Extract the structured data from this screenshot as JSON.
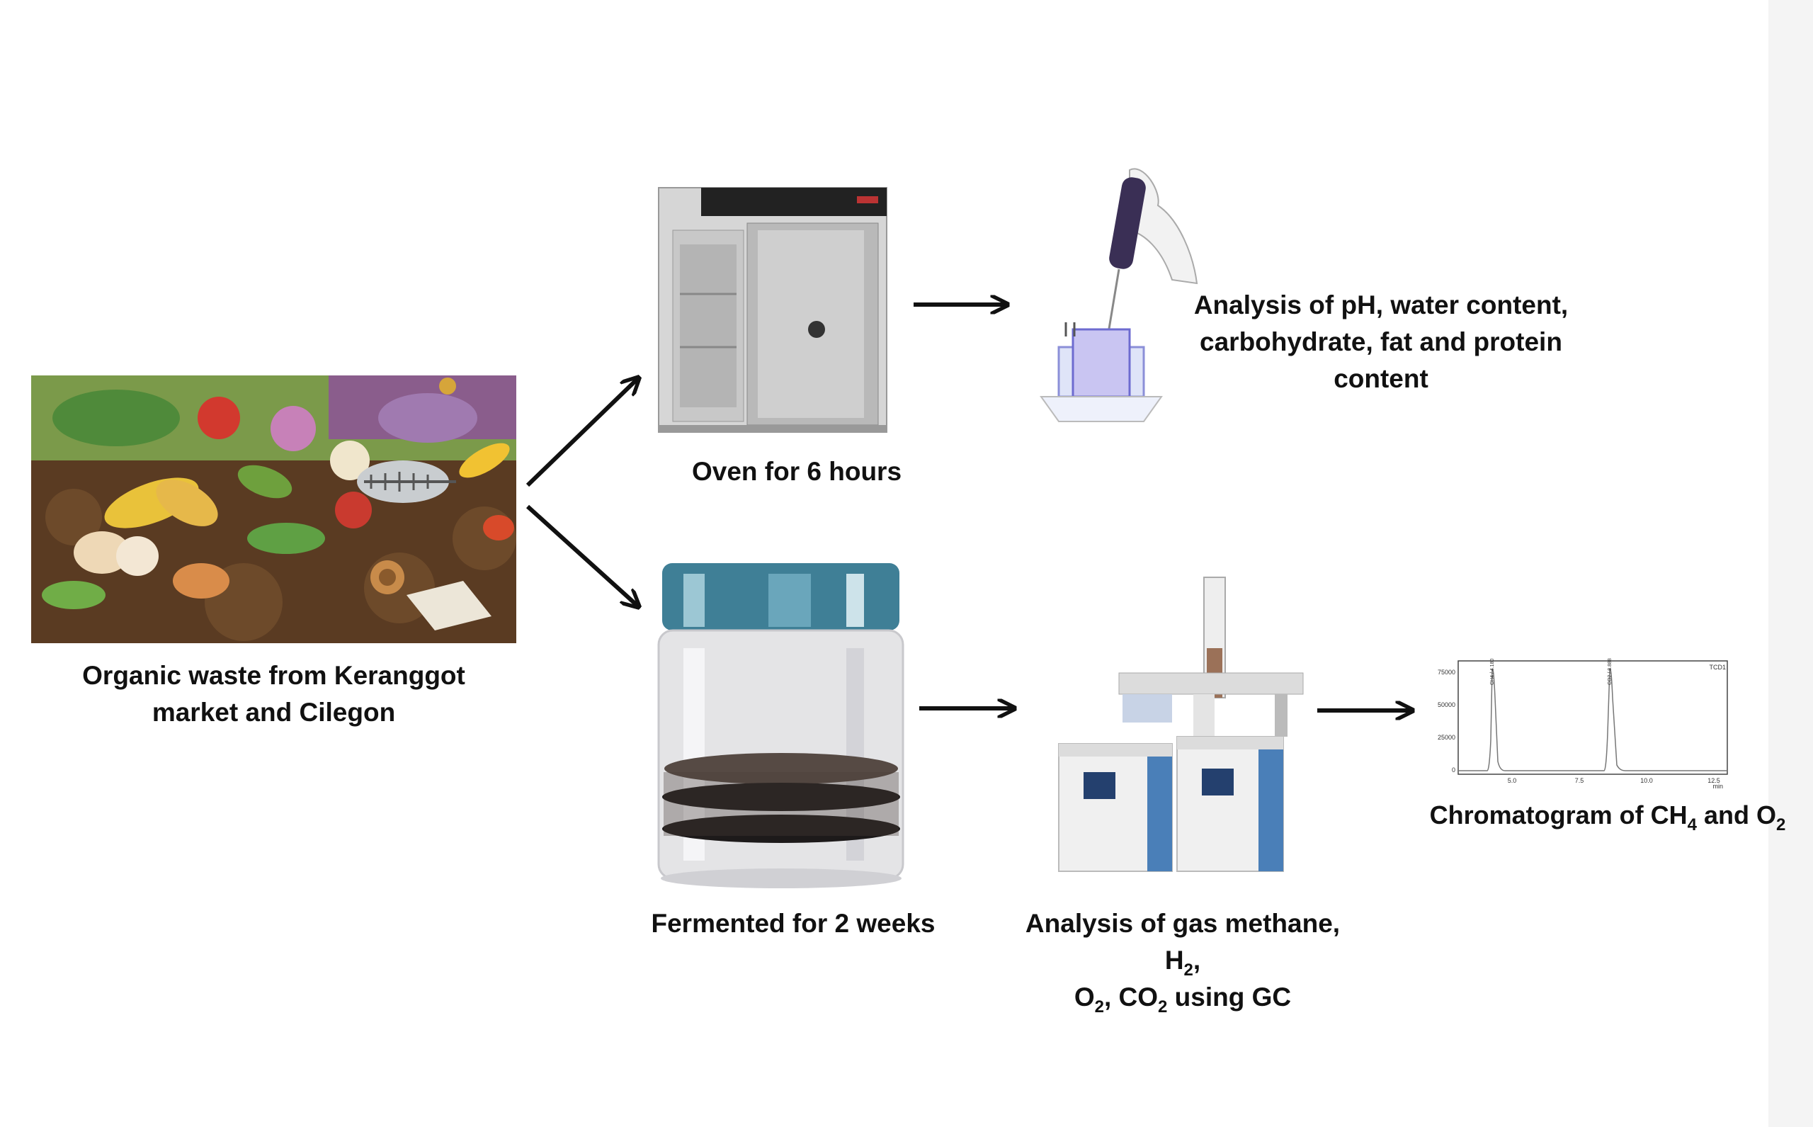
{
  "colors": {
    "arrow": "#111111",
    "text": "#111111",
    "gc_blue": "#4a7fb8",
    "chromatogram_line": "#777777"
  },
  "source": {
    "label_line1": "Organic waste from Keranggot",
    "label_line2": "market and Cilegon",
    "image_icon": "organic-waste-illustration"
  },
  "oven": {
    "label": "Oven for 6 hours",
    "image_icon": "laboratory-oven"
  },
  "analysis_top": {
    "line1": "Analysis of pH, water content,",
    "line2": "carbohydrate, fat and protein",
    "line3": "content",
    "image_icon": "pipette-cuvette"
  },
  "fermentation": {
    "label": "Fermented for 2 weeks",
    "image_icon": "fermentation-jar"
  },
  "gc": {
    "line1_a": "Analysis of gas methane, H",
    "line1_sub": "2",
    "line1_b": ",",
    "line2_a": "O",
    "line2_sub1": "2",
    "line2_b": ", CO",
    "line2_sub2": "2",
    "line2_c": " using GC",
    "image_icon": "gas-chromatograph"
  },
  "chromatogram": {
    "label_a": "Chromatogram of CH",
    "label_sub1": "4",
    "label_b": " and O",
    "label_sub2": "2",
    "detector": "TCD1",
    "y_ticks": [
      "75000",
      "50000",
      "25000",
      "0"
    ],
    "x_ticks": [
      "5.0",
      "7.5",
      "10.0",
      "12.5"
    ],
    "x_unit": "min",
    "peak1_label": "CH4 / 4.180",
    "peak2_label": "CO2 / 8.888"
  }
}
